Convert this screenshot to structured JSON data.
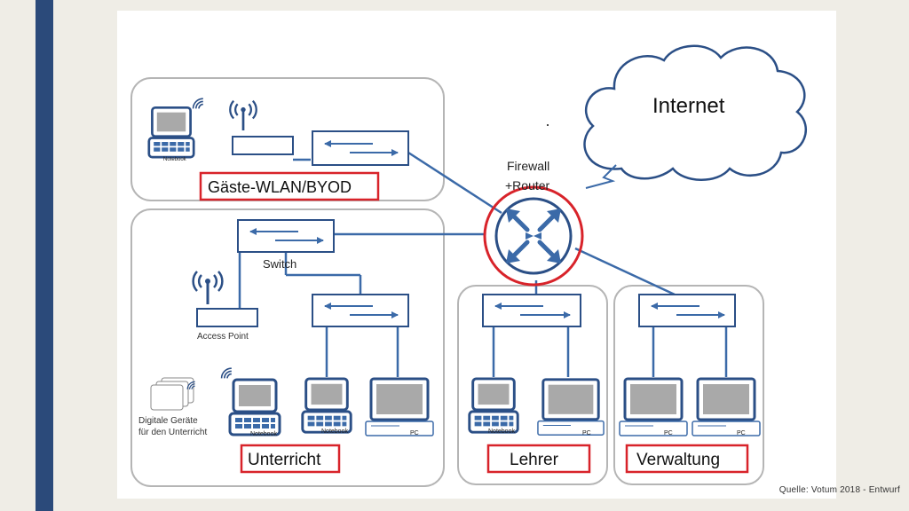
{
  "diagram": {
    "internet_label": "Internet",
    "firewall_label_line1": "Firewall",
    "firewall_label_line2": "+Router",
    "switch_label": "Switch",
    "access_point_label": "Access Point",
    "digital_devices_line1": "Digitale Geräte",
    "digital_devices_line2": "für den Unterricht",
    "notebook_tag": "Notebook",
    "pc_tag": "PC",
    "zones": {
      "guest": "Gäste-WLAN/BYOD",
      "classroom": "Unterricht",
      "teachers": "Lehrer",
      "administration": "Verwaltung"
    },
    "colors": {
      "line": "#3b6aa8",
      "highlight": "#d8232a",
      "zone_border": "#b5b5b5"
    }
  },
  "source": "Quelle: Votum 2018 - Entwurf"
}
